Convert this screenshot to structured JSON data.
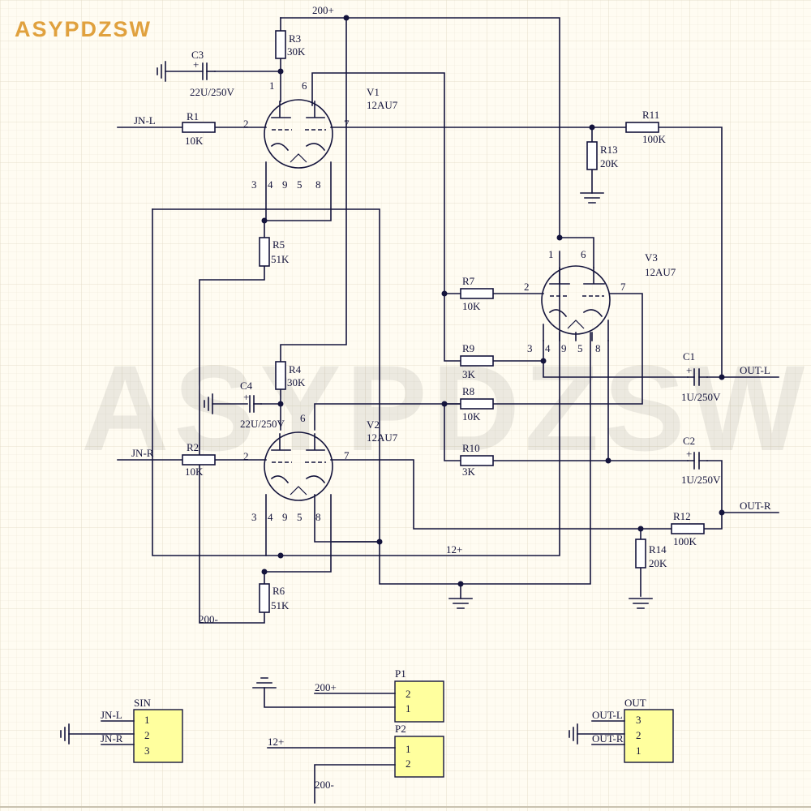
{
  "brand": {
    "logo_text": "ASYPDZSW",
    "watermark_text": "ASYPDZSW"
  },
  "nets": {
    "b200p_top": "200+",
    "b200m_bot": "200-",
    "b12p": "12+"
  },
  "components": {
    "R1": {
      "ref": "R1",
      "value": "10K"
    },
    "R2": {
      "ref": "R2",
      "value": "10K"
    },
    "R3": {
      "ref": "R3",
      "value": "30K"
    },
    "R4": {
      "ref": "R4",
      "value": "30K"
    },
    "R5": {
      "ref": "R5",
      "value": "51K"
    },
    "R6": {
      "ref": "R6",
      "value": "51K"
    },
    "R7": {
      "ref": "R7",
      "value": "10K"
    },
    "R8": {
      "ref": "R8",
      "value": "10K"
    },
    "R9": {
      "ref": "R9",
      "value": "3K"
    },
    "R10": {
      "ref": "R10",
      "value": "3K"
    },
    "R11": {
      "ref": "R11",
      "value": "100K"
    },
    "R12": {
      "ref": "R12",
      "value": "100K"
    },
    "R13": {
      "ref": "R13",
      "value": "20K"
    },
    "R14": {
      "ref": "R14",
      "value": "20K"
    },
    "C1": {
      "ref": "C1",
      "value": "1U/250V"
    },
    "C2": {
      "ref": "C2",
      "value": "1U/250V"
    },
    "C3": {
      "ref": "C3",
      "value": "22U/250V"
    },
    "C4": {
      "ref": "C4",
      "value": "22U/250V"
    },
    "V1": {
      "ref": "V1",
      "value": "12AU7"
    },
    "V2": {
      "ref": "V2",
      "value": "12AU7"
    },
    "V3": {
      "ref": "V3",
      "value": "12AU7"
    }
  },
  "signals": {
    "in_l": "JN-L",
    "in_r": "JN-R",
    "out_l": "OUT-L",
    "out_r": "OUT-R"
  },
  "pins": {
    "p1": "1",
    "p2": "2",
    "p3": "3",
    "p4": "4",
    "p5": "5",
    "p6": "6",
    "p7": "7",
    "p8": "8",
    "p9": "9",
    "plus": "+"
  },
  "connectors": {
    "SIN": {
      "name": "SIN",
      "pins": [
        "1",
        "2",
        "3"
      ],
      "labels": [
        "JN-L",
        "JN-R"
      ]
    },
    "P1": {
      "name": "P1",
      "pins": [
        "2",
        "1"
      ],
      "label": "200+"
    },
    "P2": {
      "name": "P2",
      "pins": [
        "1",
        "2"
      ],
      "labels": [
        "12+",
        "200-"
      ]
    },
    "OUT": {
      "name": "OUT",
      "pins": [
        "3",
        "2",
        "1"
      ],
      "labels": [
        "OUT-L",
        "OUT-R"
      ]
    }
  }
}
